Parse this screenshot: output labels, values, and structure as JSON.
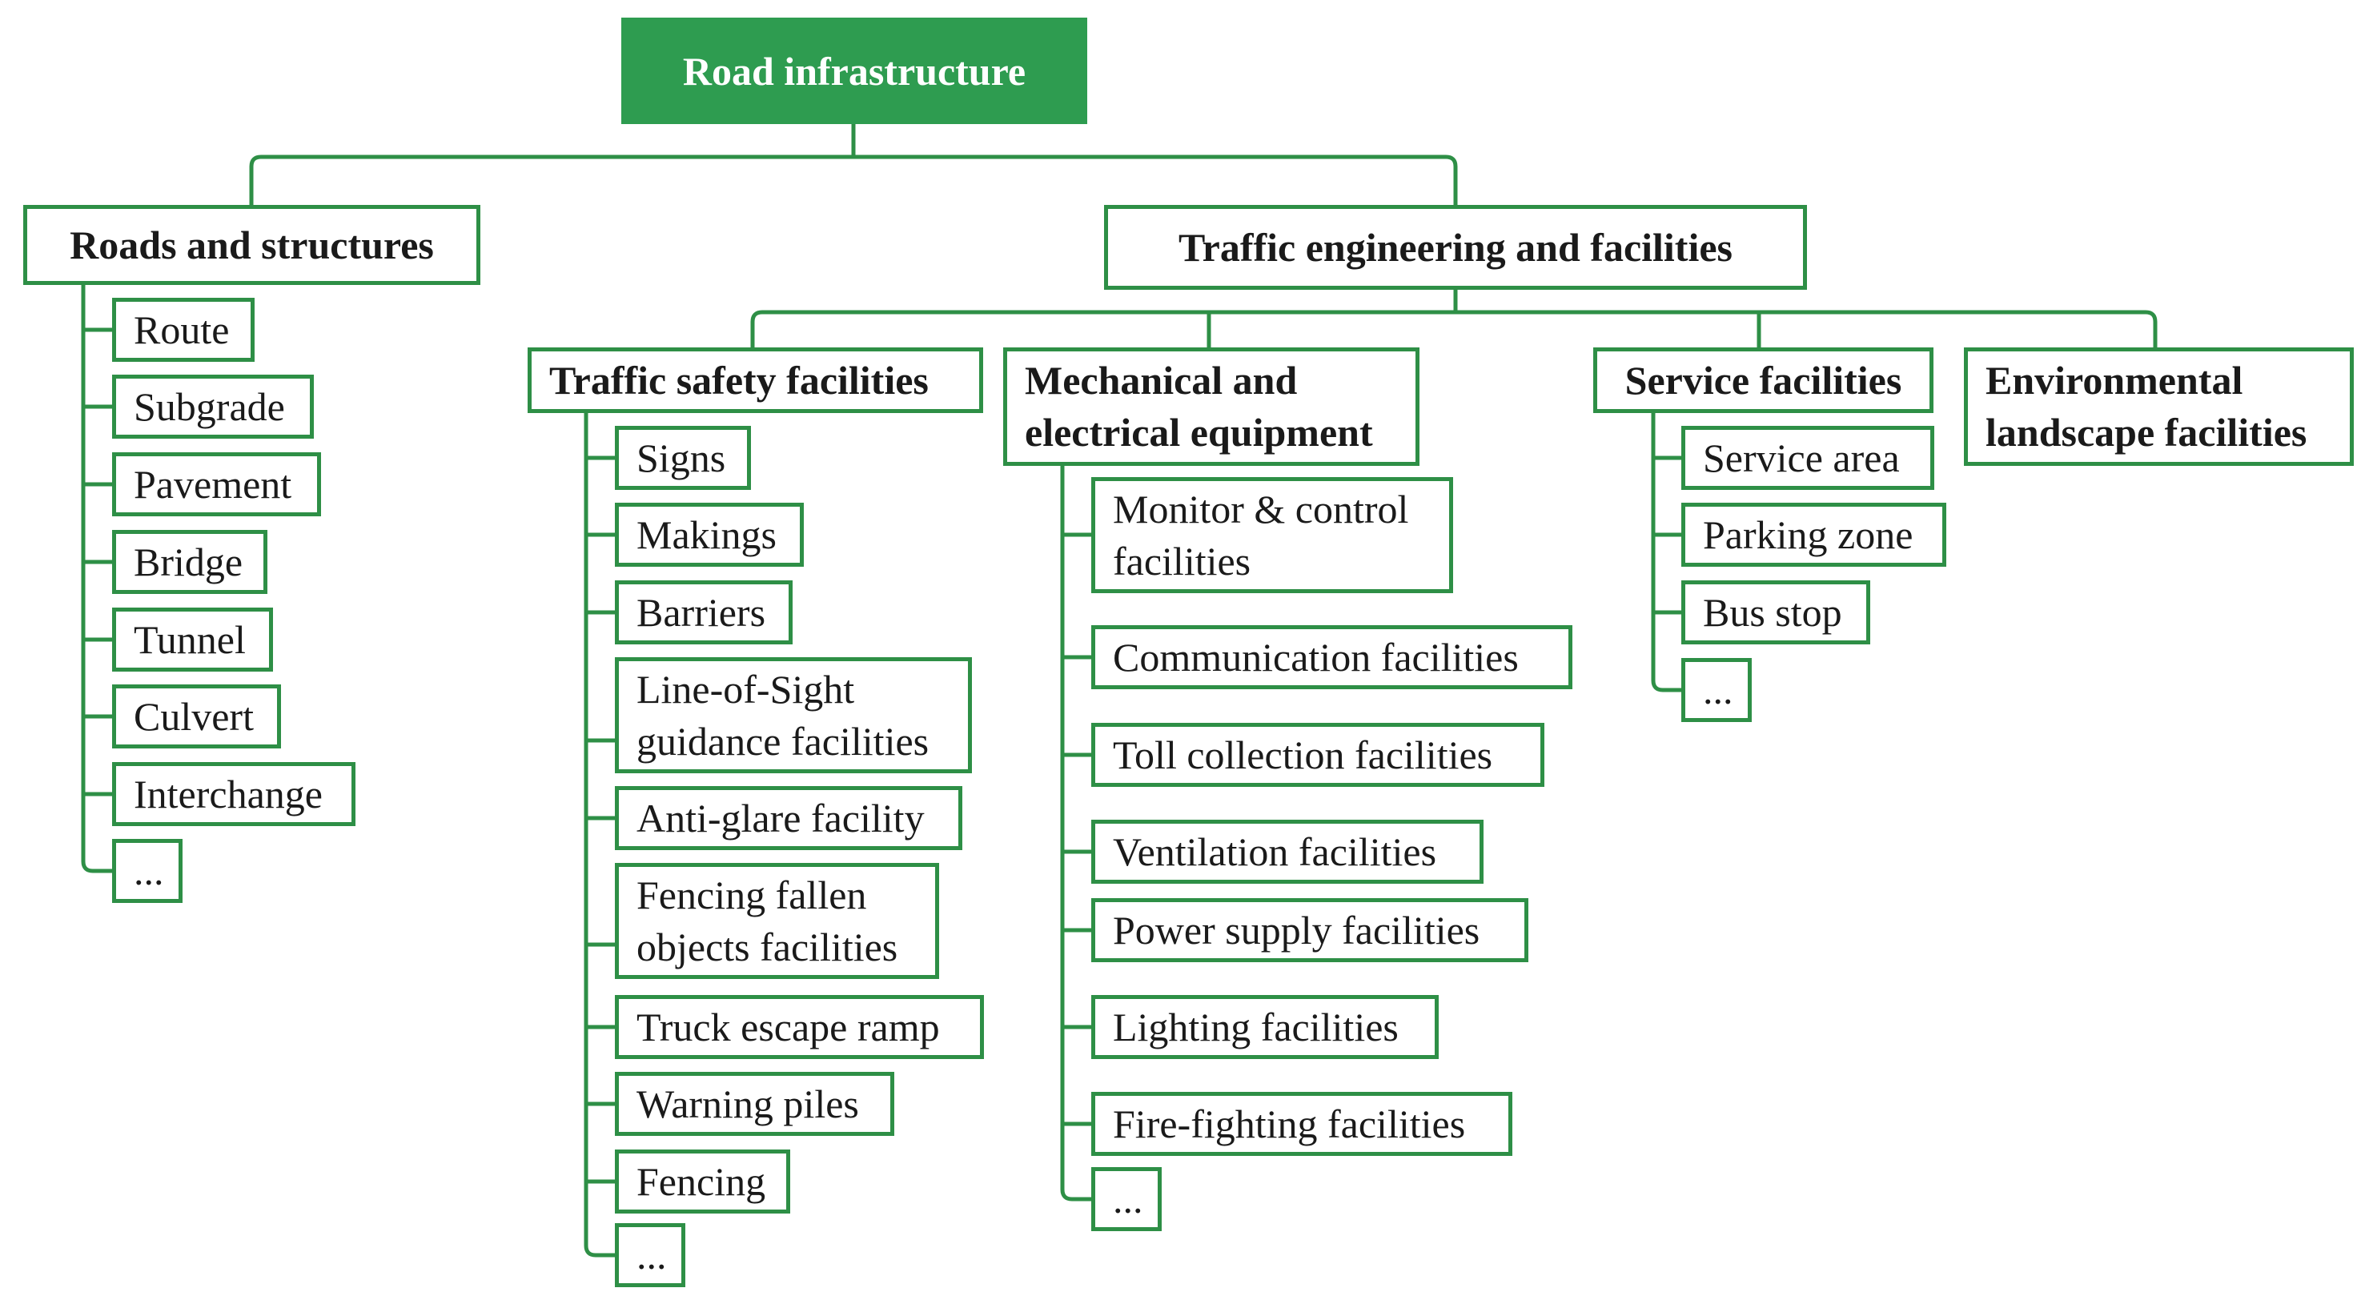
{
  "accent_color": "#2e8f46",
  "root_fill_color": "#2e9c50",
  "root": {
    "label": "Road infrastructure"
  },
  "roads": {
    "label": "Roads and structures",
    "items": [
      "Route",
      "Subgrade",
      "Pavement",
      "Bridge",
      "Tunnel",
      "Culvert",
      "Interchange",
      "..."
    ]
  },
  "traffic": {
    "label": "Traffic engineering and facilities",
    "safety": {
      "label": "Traffic safety facilities",
      "items": [
        "Signs",
        "Makings",
        "Barriers",
        "Line-of-Sight\nguidance facilities",
        "Anti-glare facility",
        "Fencing fallen\nobjects facilities",
        "Truck escape ramp",
        "Warning piles",
        "Fencing",
        "..."
      ]
    },
    "mechanical": {
      "label": "Mechanical and\nelectrical equipment",
      "items": [
        "Monitor & control\n facilities",
        "Communication facilities",
        "Toll collection facilities",
        "Ventilation facilities",
        "Power supply facilities",
        "Lighting facilities",
        "Fire-fighting facilities",
        "..."
      ]
    },
    "service": {
      "label": "Service facilities",
      "items": [
        "Service area",
        "Parking zone",
        "Bus stop",
        "..."
      ]
    },
    "environment": {
      "label": "Environmental\nlandscape facilities"
    }
  }
}
